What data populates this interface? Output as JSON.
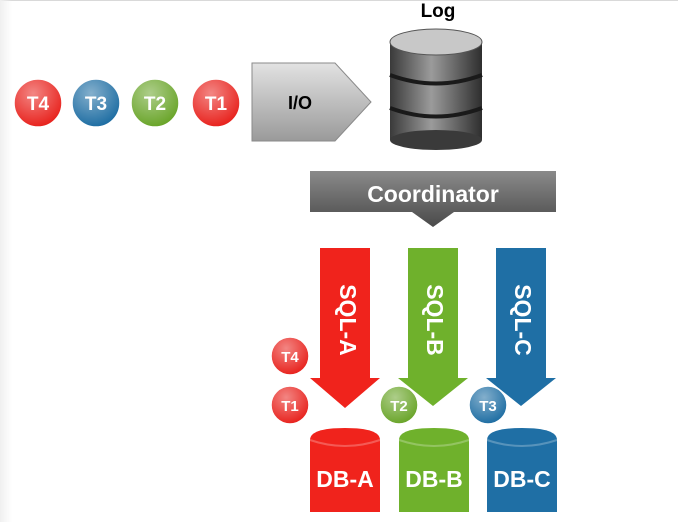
{
  "log": {
    "title": "Log"
  },
  "io": {
    "label": "I/O"
  },
  "coordinator": {
    "label": "Coordinator"
  },
  "queue": [
    {
      "label": "T4",
      "color": "#e8231e"
    },
    {
      "label": "T3",
      "color": "#1f6ea3"
    },
    {
      "label": "T2",
      "color": "#6aa52a"
    },
    {
      "label": "T1",
      "color": "#e8231e"
    }
  ],
  "sql_nodes": [
    {
      "label": "SQL-A",
      "color": "#f0231c"
    },
    {
      "label": "SQL-B",
      "color": "#6fb12c"
    },
    {
      "label": "SQL-C",
      "color": "#1f6fa5"
    }
  ],
  "databases": [
    {
      "label": "DB-A",
      "color": "#f0231c"
    },
    {
      "label": "DB-B",
      "color": "#6fb12c"
    },
    {
      "label": "DB-C",
      "color": "#1f6fa5"
    }
  ],
  "dispatched": [
    {
      "label": "T4",
      "color": "#e8231e"
    },
    {
      "label": "T1",
      "color": "#e8231e"
    },
    {
      "label": "T2",
      "color": "#6aa52a"
    },
    {
      "label": "T3",
      "color": "#1f6ea3"
    }
  ]
}
